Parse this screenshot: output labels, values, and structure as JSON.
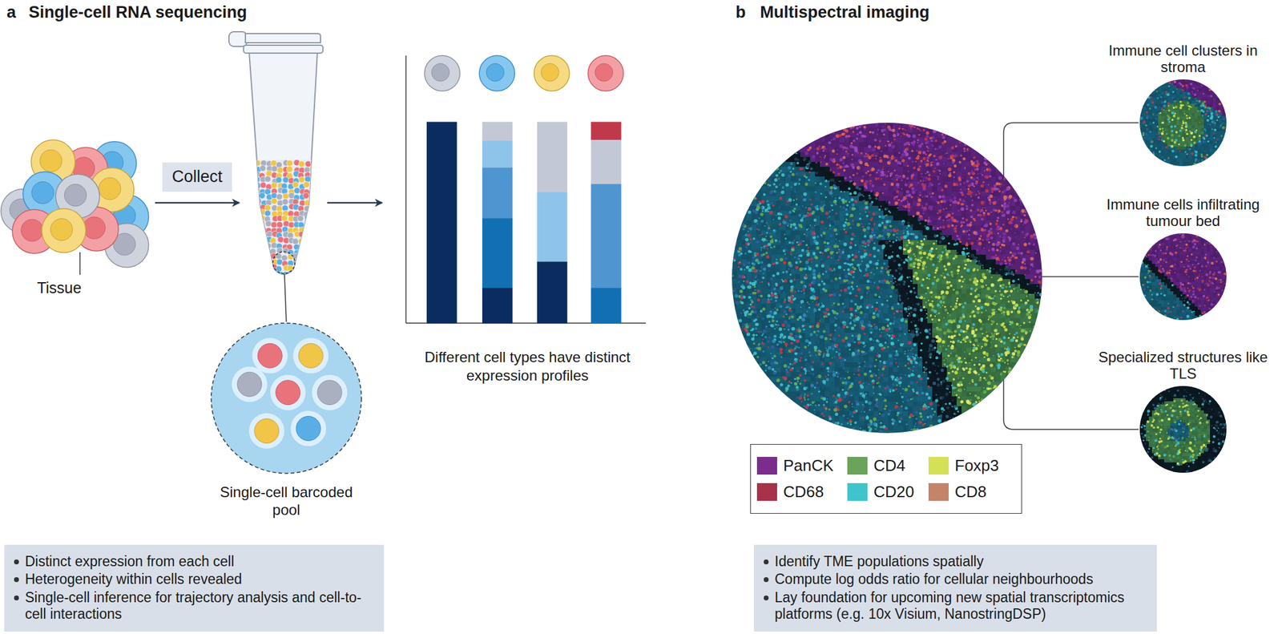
{
  "diagram": {
    "nodes": [
      {
        "text": [
          "Collect"
        ]
      },
      {
        "text": [
          "Single-cell barcoded pool"
        ]
      },
      {
        "text": [
          "Distinct expression from each cell",
          "Heterogeneity within cells revealed",
          "Single-cell inference for trajectory analysis and cell-to-cell interactions"
        ]
      },
      {
        "text": [
          "Immune cell clusters in stroma"
        ]
      },
      {
        "text": [
          "Immune cells infiltrating tumour bed"
        ]
      },
      {
        "text": [
          "Specialized structures like TLS"
        ]
      },
      {
        "text": [
          "Identify TME populations spatially",
          "Compute log odds ratio for cellular neighbourhoods",
          "Lay foundation for upcoming new spatial transcriptomics platforms (e.g. 10x Visium, NanostringDSP)"
        ]
      }
    ],
    "labels": [
      "a",
      "Single-cell RNA sequencing",
      "Tissue",
      "Different cell types have distinct expression profiles",
      "b",
      "Multispectral imaging"
    ],
    "legend": [
      {
        "text": "PanCK",
        "color": "#7b2d8e"
      },
      {
        "text": "CD4",
        "color": "#6aa35a"
      },
      {
        "text": "Foxp3",
        "color": "#d4e157"
      },
      {
        "text": "CD68",
        "color": "#a8324a"
      },
      {
        "text": "CD20",
        "color": "#40c4cc"
      },
      {
        "text": "CD8",
        "color": "#c4846a"
      }
    ]
  }
}
